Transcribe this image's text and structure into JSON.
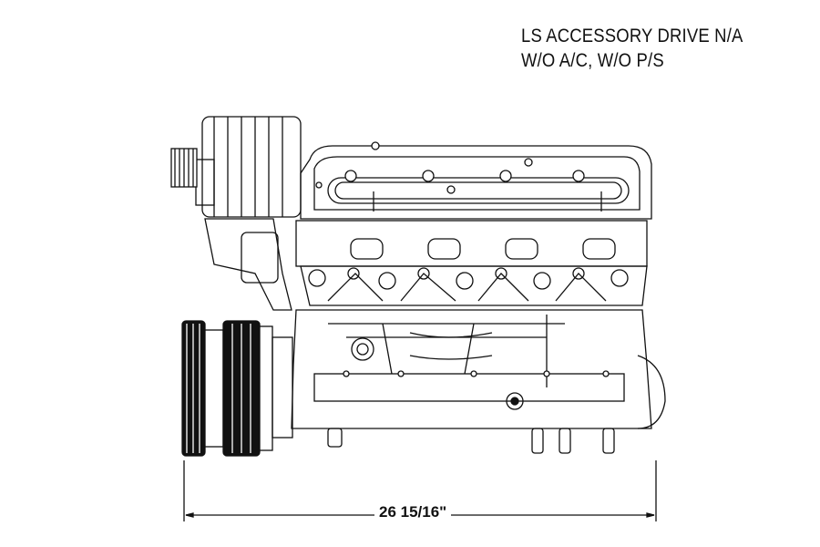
{
  "title": {
    "line1": "LS ACCESSORY DRIVE N/A",
    "line2": "W/O A/C, W/O P/S"
  },
  "dimension": {
    "overall_length": "26 15/16\""
  }
}
